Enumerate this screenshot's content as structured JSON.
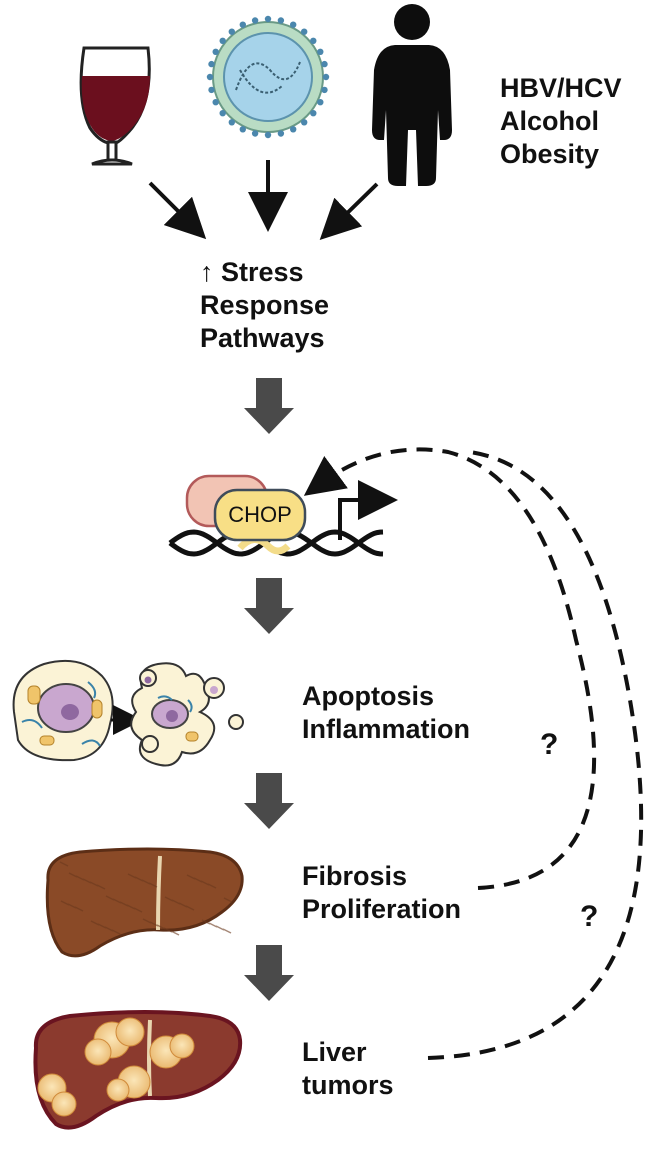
{
  "causes": {
    "lines": [
      "HBV/HCV",
      "Alcohol",
      "Obesity"
    ],
    "icons": [
      "wine-glass-icon",
      "virus-icon",
      "person-silhouette-icon"
    ]
  },
  "stress": {
    "arrow": "↑",
    "lines": [
      "Stress",
      "Response",
      "Pathways"
    ]
  },
  "chop": {
    "label": "CHOP"
  },
  "cell_stage": {
    "lines": [
      "Apoptosis",
      "Inflammation"
    ]
  },
  "fibrosis_stage": {
    "lines": [
      "Fibrosis",
      "Proliferation"
    ]
  },
  "tumor_stage": {
    "lines": [
      "Liver",
      "tumors"
    ]
  },
  "feedback": {
    "q1": "?",
    "q2": "?"
  },
  "colors": {
    "wine": "#6b0f1e",
    "virus_membrane": "#b9dcc4",
    "virus_core": "#a6d3ea",
    "chop_fill": "#f8df86",
    "partner_fill": "#f2c4b4",
    "liver": "#8a4a27",
    "tumor": "#f1cf8e",
    "arrow_gray": "#4a4a4a"
  }
}
